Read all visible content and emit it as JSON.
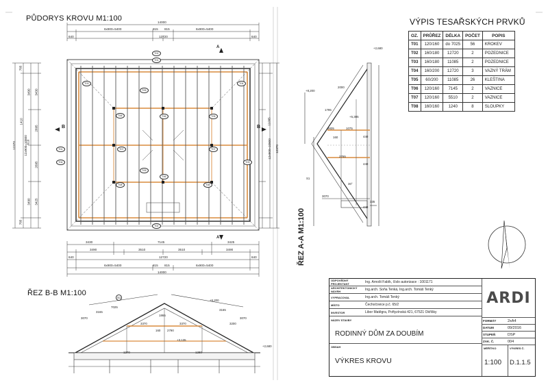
{
  "plan": {
    "title": "PŮDORYS KROVU  M1:100",
    "dim_top_total": "14000",
    "dim_top_mid": "12720",
    "dim_top_a": "6x900=5400",
    "dim_top_b": "815",
    "dim_top_c": "815",
    "dim_top_d": "6x900=5400",
    "dim_top_left": "640",
    "dim_top_right": "640",
    "dim_bot_1": "3430",
    "dim_bot_2": "7145",
    "dim_bot_3": "3425",
    "dim_bot_4": "3490",
    "dim_bot_5": "3510",
    "dim_bot_6": "3510",
    "dim_bot_7": "3490",
    "dim_bot_mid": "12720",
    "dim_bot_a": "6x900=5400",
    "dim_bot_b": "815",
    "dim_bot_c": "815",
    "dim_bot_d": "6x900=5400",
    "dim_bot_left": "640",
    "dim_bot_right": "640",
    "dim_bot_total": "14000",
    "dim_left_total": "12370",
    "dim_left_mid": "12x900=10800",
    "dim_right_total": "12370",
    "dim_right_mid": "12x900=10800",
    "dim_right_a": "11085",
    "dim_side_1": "785",
    "dim_side_2": "3490",
    "dim_side_3": "3430",
    "dim_side_4": "2695",
    "dim_side_5": "2695",
    "dim_side_6": "3490",
    "dim_side_7": "3425",
    "dim_side_8": "785",
    "dim_side_9": "1410",
    "dim_side_10": "610",
    "section_mark": "B",
    "section_mark_a": "A",
    "labels": [
      "T02",
      "T01",
      "T03",
      "T04",
      "T05",
      "T06",
      "T07",
      "T08",
      "T01",
      "T04",
      "T06",
      "T08",
      "T06",
      "T07",
      "T05",
      "T02",
      "T03",
      "T05"
    ]
  },
  "section_aa": {
    "title": "ŘEZ A-A  M1:100",
    "dims": [
      "+2,680",
      "+8,200",
      "+5,385",
      "3835",
      "1075",
      "440",
      "160",
      "2765",
      "440",
      "30°",
      "3070",
      "335",
      "440",
      "S1",
      "2000",
      "1795"
    ]
  },
  "section_bb": {
    "title": "ŘEZ B-B  M1:100",
    "dims": [
      "S1",
      "3070",
      "3165",
      "7025",
      "1865",
      "3370",
      "3370",
      "160",
      "2790",
      "+3,135",
      "+6,200",
      "+2,680",
      "3070",
      "3165",
      "3200",
      "1270",
      "1280"
    ]
  },
  "spec": {
    "title": "VÝPIS TESAŘSKÝCH PRVKŮ",
    "headers": [
      "OZ.",
      "PRŮŘEZ",
      "DÉLKA",
      "POČET",
      "POPIS"
    ],
    "rows": [
      [
        "T01",
        "120/160",
        "do 7025",
        "56",
        "KROKEV"
      ],
      [
        "T02",
        "160/180",
        "12720",
        "2",
        "POZEDNICE"
      ],
      [
        "T03",
        "160/180",
        "11085",
        "2",
        "POZEDNICE"
      ],
      [
        "T04",
        "160/200",
        "12720",
        "3",
        "VAZNÝ TRÁM"
      ],
      [
        "T05",
        "60/200",
        "11085",
        "26",
        "KLEŠTINA"
      ],
      [
        "T06",
        "120/160",
        "7145",
        "2",
        "VAZNICE"
      ],
      [
        "T07",
        "120/160",
        "5510",
        "2",
        "VAZNICE"
      ],
      [
        "T08",
        "160/160",
        "1240",
        "8",
        "SLOUPKY"
      ]
    ]
  },
  "stamp": {
    "projektant_k": "ODPOVĚDNÝ PROJEKTANT",
    "projektant_v": "Ing. Arnošt Fabík, číslo autorizace : 1001171",
    "architekt_k": "ARCHITEKTONICKÝ NÁVRH",
    "architekt_v": "Ing.arch. Soňa Tenká, Ing.arch. Tomáš Tenký",
    "vypracoval_k": "VYPRACOVAL",
    "vypracoval_v": "Ing.arch. Tomáš Tenký",
    "misto_k": "MÍSTO",
    "misto_v": "Čechočovice p.č. 65/2",
    "investor_k": "INVESTOR",
    "investor_v": "Libor Matěgra, Pořtyzínská 421, 67521 Okříšky",
    "nazev_k": "NÁZEV STAVBY",
    "nazev_v": "RODINNÝ DŮM ZA DOUBÍM",
    "obsah_k": "OBSAH",
    "obsah_v": "VÝKRES KROVU",
    "logo": "ARDI",
    "format_k": "FORMÁT",
    "format_v": "2xA4",
    "datum_k": "DATUM",
    "datum_v": "09/2016",
    "stupen_k": "STUPEŇ",
    "stupen_v": "DSP",
    "zak_k": "ZAK. Č.",
    "zak_v": "004",
    "meritko_k": "MĚŘÍTKO",
    "meritko_v": "1:100",
    "vykres_k": "VÝKRES Č.",
    "vykres_v": "D.1.1.5"
  }
}
